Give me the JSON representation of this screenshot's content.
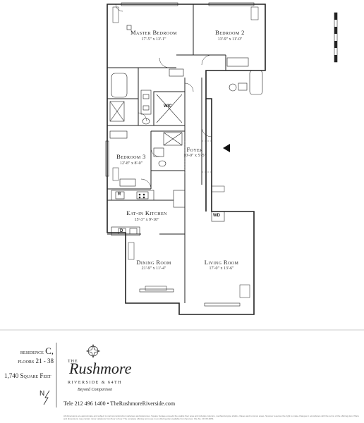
{
  "rooms": {
    "master_bedroom": {
      "name": "Master Bedroom",
      "dims": "17'-5\" x 13'-1\""
    },
    "bedroom_2": {
      "name": "Bedroom 2",
      "dims": "13'-9\" x 11'-0\""
    },
    "bedroom_3": {
      "name": "Bedroom 3",
      "dims": "12'-8\" x 8'-0\""
    },
    "foyer": {
      "name": "Foyer",
      "dims": "10'-0\" x 5'-5\""
    },
    "kitchen": {
      "name": "Eat-in Kitchen",
      "dims": "15'-3\" x 9'-10\""
    },
    "dining_room": {
      "name": "Dining Room",
      "dims": "21'-9\" x 11'-4\""
    },
    "living_room": {
      "name": "Living Room",
      "dims": "17'-0\" x 13'-6\""
    }
  },
  "fixtures": {
    "wic": "WIC",
    "refrigerator": "R",
    "dishwasher": "D",
    "washer_dryer": "WD"
  },
  "residence": {
    "label": "residence",
    "letter": "C,",
    "floors": "floors 21 - 38",
    "area": "1,740 Square Feet"
  },
  "brand": {
    "the": "THE",
    "name": "Rushmore",
    "address": "Riverside & 64th",
    "tagline": "Beyond Comparison",
    "contact": "Tele 212 496 1400 • TheRushmoreRiverside.com"
  },
  "compass": {
    "north": "N"
  },
  "disclaimer": "All dimensions are approximate and subject to normal construction variances and tolerances. Square footage exceeds the usable floor area and includes columns, mechanical pipe shafts, chases and common areas. Sponsor reserves the right to make changes in accordance with the terms of the offering plan. Plans and dimensions may contain minor variations from floor to floor. The complete offering terms are in an offering plan available from Sponsor. File No. CD 05-0054."
}
